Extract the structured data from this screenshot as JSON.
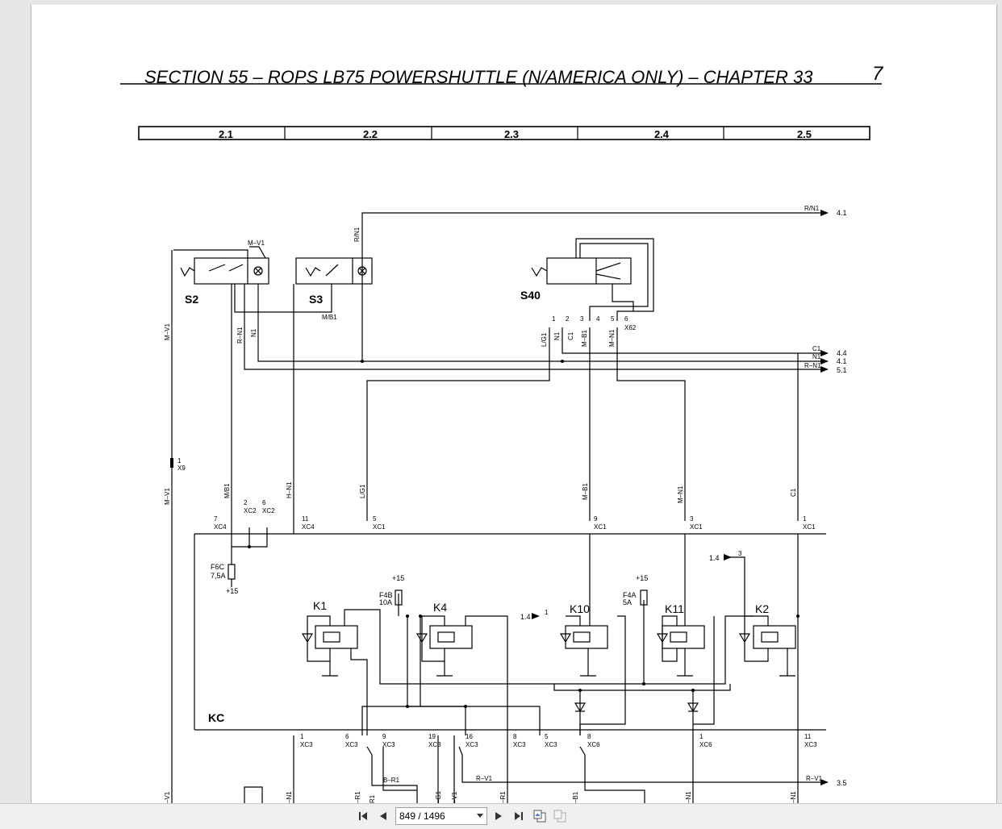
{
  "document": {
    "header": "SECTION 55 – ROPS LB75 POWERSHUTTLE (N/AMERICA ONLY) – CHAPTER 33",
    "page_number": "7",
    "zones": [
      "2.1",
      "2.2",
      "2.3",
      "2.4",
      "2.5"
    ]
  },
  "diagram": {
    "components": {
      "S2": "S2",
      "S3": "S3",
      "S40": "S40",
      "KC": "KC",
      "K1": "K1",
      "K4": "K4",
      "K10": "K10",
      "K11": "K11",
      "K2": "K2"
    },
    "fuses": {
      "f6c_name": "F6C",
      "f6c_rating": "7,5A",
      "f4b_name": "F4B",
      "f4b_rating": "10A",
      "f4a_name": "F4A",
      "f4a_rating": "5A",
      "supply": "+15"
    },
    "wires": {
      "mv1": "M–V1",
      "rn1": "R/N1",
      "mb1": "M/B1",
      "r_n1": "R–N1",
      "n1": "N1",
      "lg1": "L/G1",
      "c1": "C1",
      "m_b1": "M–B1",
      "m_n1": "M–N1",
      "h_n1": "H–N1",
      "br1": "B–R1",
      "rv1": "R–V1"
    },
    "connectors": {
      "x9": "X9",
      "x62": "X62",
      "xc1": "XC1",
      "xc2": "XC2",
      "xc3": "XC3",
      "xc4": "XC4",
      "xc6": "XC6"
    },
    "pins": {
      "p1": "1",
      "p2": "2",
      "p3": "3",
      "p4": "4",
      "p5": "5",
      "p6": "6",
      "p7": "7",
      "p8": "8",
      "p9": "9",
      "p11": "11",
      "p16": "16",
      "p19": "19"
    },
    "refs": {
      "r41": "4.1",
      "r44": "4.4",
      "r51": "5.1",
      "r14": "1.4",
      "r35": "3.5"
    },
    "bottom_wires": [
      "–V1",
      "–N1",
      "–R1",
      "R1",
      "–G1",
      "–V1",
      "–R1",
      "–B1",
      "–N1",
      "–N1"
    ]
  },
  "toolbar": {
    "page_indicator": "849 / 1496"
  }
}
